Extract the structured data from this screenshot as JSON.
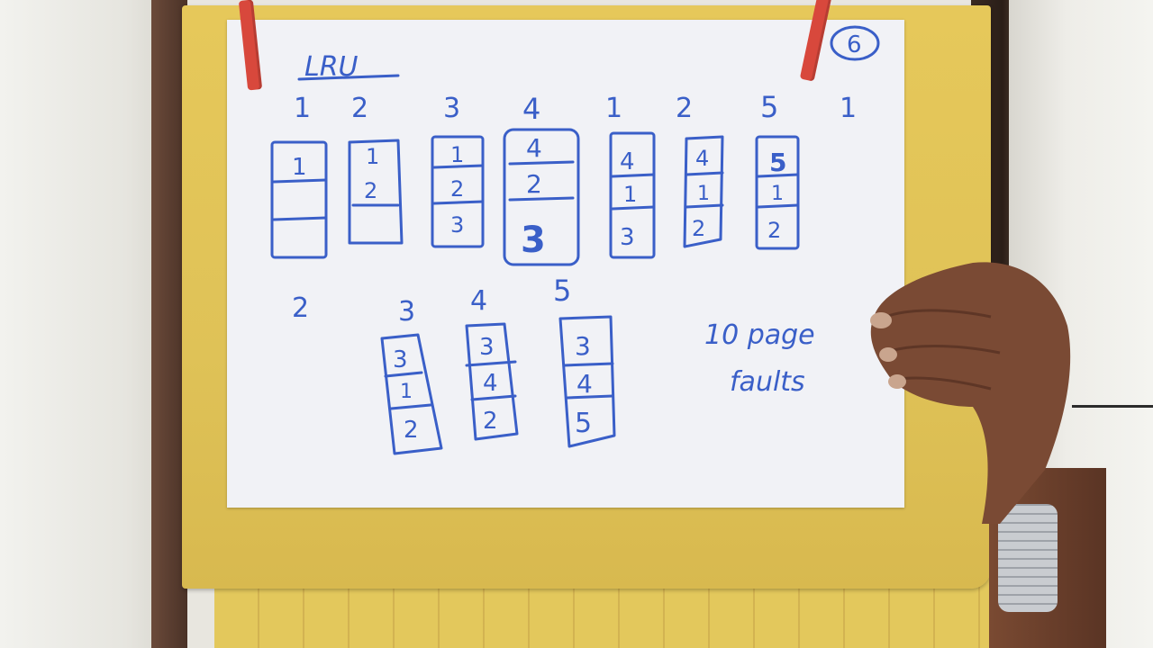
{
  "title": "LRU",
  "corner_number": "6",
  "reference_string_row1": [
    "1",
    "2",
    "3",
    "4",
    "1",
    "2",
    "5",
    "1"
  ],
  "reference_string_row2": [
    "2",
    "3",
    "4",
    "5"
  ],
  "frames_row1": [
    [
      "1",
      "",
      ""
    ],
    [
      "1",
      "2",
      ""
    ],
    [
      "1",
      "2",
      "3"
    ],
    [
      "4",
      "2",
      "3"
    ],
    [
      "4",
      "1",
      "3"
    ],
    [
      "4",
      "1",
      "2"
    ],
    [
      "5",
      "1",
      "2"
    ]
  ],
  "frames_row2": [
    [
      "3",
      "1",
      "2"
    ],
    [
      "3",
      "4",
      "2"
    ],
    [
      "3",
      "4",
      "5"
    ]
  ],
  "note_line1": "10 page",
  "note_line2": "faults",
  "colors": {
    "ink": "#3a5fc8",
    "paper": "#f1f2f6",
    "folder": "#e0c257",
    "clip": "#d8483c"
  }
}
